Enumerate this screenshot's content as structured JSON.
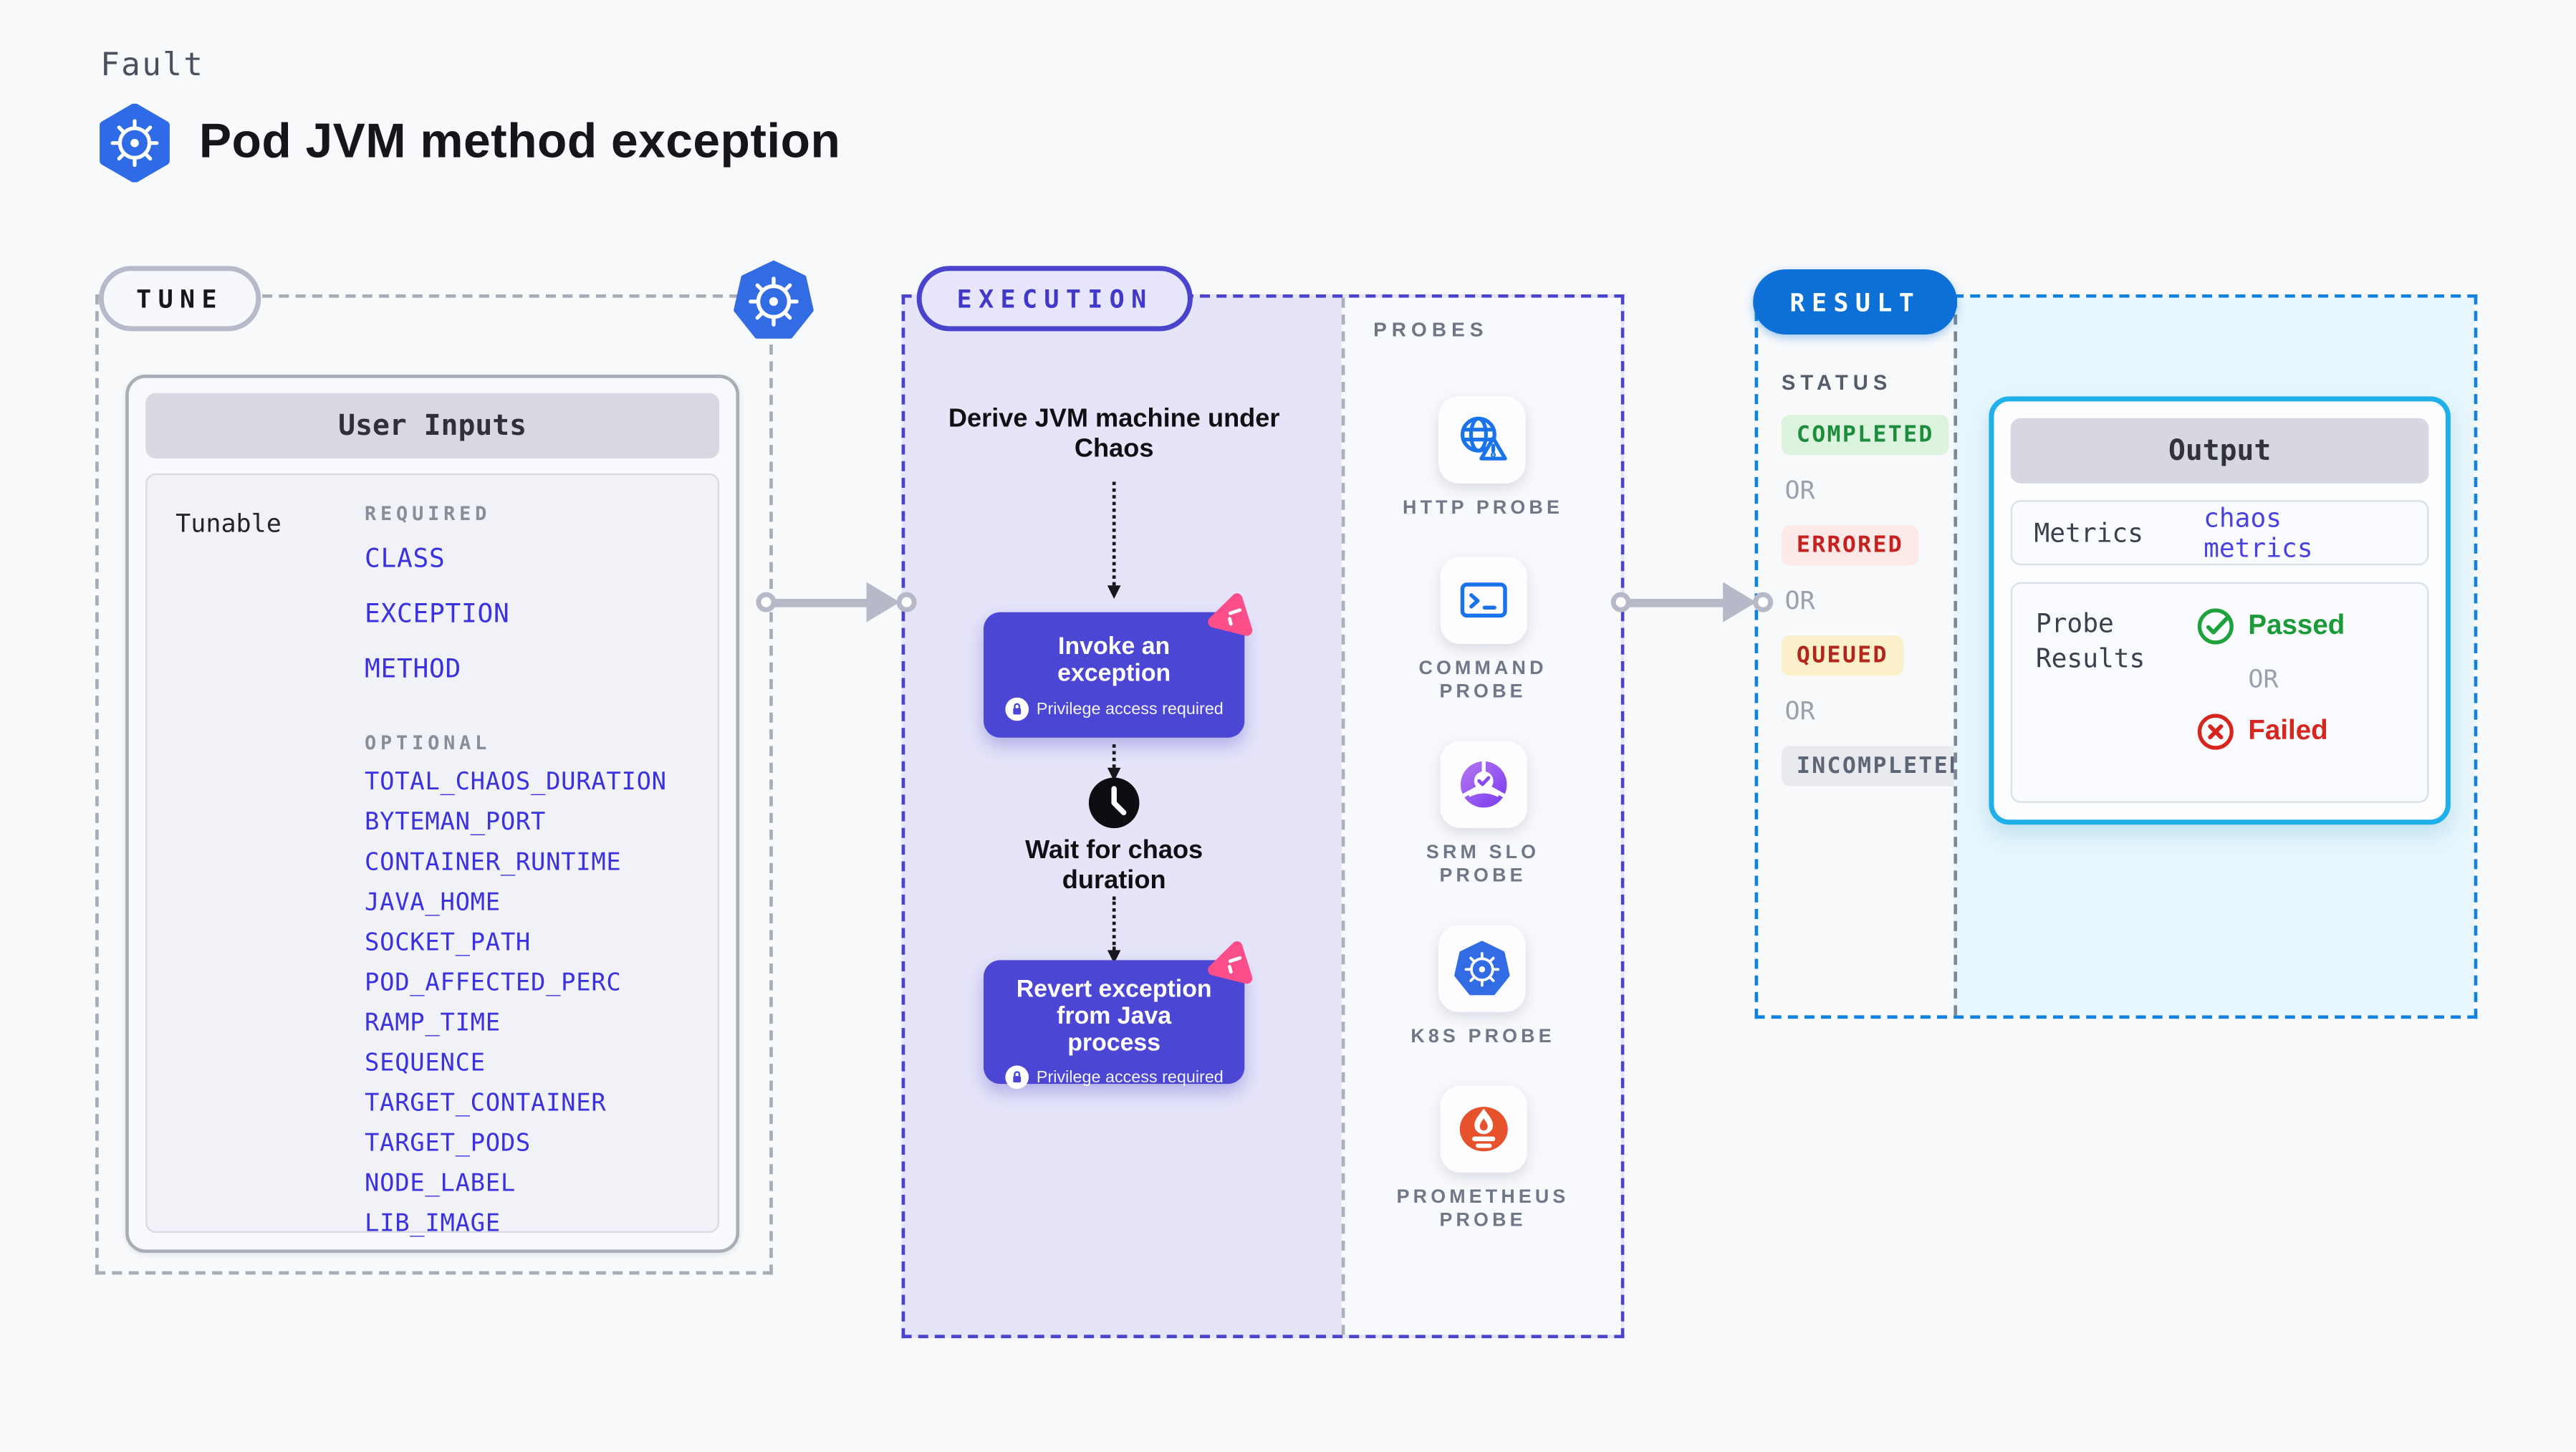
{
  "header": {
    "eyebrow": "Fault",
    "title": "Pod JVM method exception",
    "icon": "kubernetes-icon"
  },
  "tune": {
    "badge": "TUNE",
    "corner_icon": "kubernetes-icon",
    "user_inputs": {
      "title": "User Inputs",
      "row_label": "Tunable",
      "required_label": "REQUIRED",
      "optional_label": "OPTIONAL",
      "required": [
        "CLASS",
        "EXCEPTION",
        "METHOD"
      ],
      "optional": [
        "TOTAL_CHAOS_DURATION",
        "BYTEMAN_PORT",
        "CONTAINER_RUNTIME",
        "JAVA_HOME",
        "SOCKET_PATH",
        "POD_AFFECTED_PERC",
        "RAMP_TIME",
        "SEQUENCE",
        "TARGET_CONTAINER",
        "TARGET_PODS",
        "NODE_LABEL",
        "LIB_IMAGE"
      ]
    }
  },
  "execution": {
    "badge": "EXECUTION",
    "derive_step": "Derive JVM machine under Chaos",
    "invoke_step": {
      "title": "Invoke an exception",
      "note": "Privilege access required",
      "icon": "chaos-pink-icon"
    },
    "wait_step": "Wait for chaos duration",
    "wait_icon": "clock-icon",
    "revert_step": {
      "title": "Revert exception from Java process",
      "note": "Privilege access required",
      "icon": "chaos-pink-icon"
    }
  },
  "probes": {
    "title": "PROBES",
    "items": [
      {
        "label": "HTTP PROBE",
        "icon": "http-probe-icon"
      },
      {
        "label": "COMMAND PROBE",
        "icon": "command-probe-icon"
      },
      {
        "label": "SRM SLO PROBE",
        "icon": "srm-slo-probe-icon"
      },
      {
        "label": "K8S PROBE",
        "icon": "k8s-probe-icon"
      },
      {
        "label": "PROMETHEUS PROBE",
        "icon": "prometheus-probe-icon"
      }
    ]
  },
  "result": {
    "badge": "RESULT",
    "status": {
      "title": "STATUS",
      "or_label": "OR",
      "items": [
        {
          "label": "COMPLETED",
          "fg": "#1d8c3d",
          "bg": "#dcf3de"
        },
        {
          "label": "ERRORED",
          "fg": "#c5221f",
          "bg": "#fce9e8"
        },
        {
          "label": "QUEUED",
          "fg": "#b3261e",
          "bg": "#fbf0ca"
        },
        {
          "label": "INCOMPLETED",
          "fg": "#5d6674",
          "bg": "#e9eaf0"
        }
      ]
    },
    "output": {
      "title": "Output",
      "metrics_label": "Metrics",
      "metrics_value": "chaos metrics",
      "probe_results_label": "Probe Results",
      "passed_label": "Passed",
      "or_label": "OR",
      "failed_label": "Failed",
      "passed_icon": "check-circle-icon",
      "failed_icon": "x-circle-icon"
    }
  },
  "colors": {
    "page_bg": "#f7f9fb",
    "accent_indigo": "#4c46d4",
    "execution_lavender": "#e5e4f9",
    "kubernetes_blue": "#326ce5",
    "probe_blue": "#1a73e8",
    "prometheus_orange": "#e6522c",
    "srm_purple": "#8a4bef",
    "chaos_pink": "#fb4e8b",
    "result_badge_blue": "#0d70d7",
    "result_dash_blue": "#1181df",
    "output_border_cyan": "#1fb0e9",
    "output_bg_cyan": "#e7f6fd",
    "passed_green": "#1b9b38",
    "failed_red": "#d6261f",
    "metrics_value_indigo": "#4a42e0",
    "arrow_gray": "#b7b9c8"
  }
}
